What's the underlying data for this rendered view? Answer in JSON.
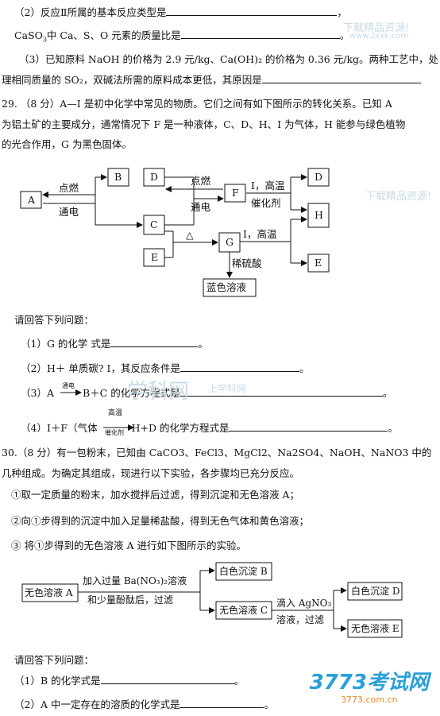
{
  "q28": {
    "l1_pre": "（2）反应Ⅱ所属的基本反应类型是",
    "l1_post": "，",
    "l2_pre": "CaSO",
    "l2_sub": "3",
    "l2_mid": "中 Ca、S、O 元素的质量比是",
    "l2_post": "。",
    "l3": "（3）已知原料 NaOH 的价格为 2.9 元/kg、Ca(OH)₂ 的价格为 0.36 元/kg。两种工艺中，处",
    "l4": "理相同质量的 SO₂，双碱法所需的原料成本更低，其原因是"
  },
  "q29": {
    "l1": "29. （8 分）A—I 是初中化学中常见的物质。它们之间有如下图所示的转化关系。已知 A",
    "l2": "为铝土矿的主要成分，通常情况下 F 是一种液体，C、D、H、I 为气体，H 能参与绿色植物",
    "l3": "的光合作用，G 为黑色固体。",
    "diagram": {
      "A": "A",
      "B": "B",
      "C": "C",
      "D1": "D",
      "E1": "E",
      "F": "F",
      "G": "G",
      "D2": "D",
      "H": "H",
      "E2": "E",
      "blue": "蓝色溶液",
      "ignite": "点燃",
      "electrolysis": "通电",
      "ignite2": "点燃",
      "electrolysis2": "通电",
      "i_hightemp": "I，高温",
      "catalyst": "催化剂",
      "delta": "△",
      "i_hightemp2": "I，高温",
      "dilute_acid": "稀硫酸"
    },
    "prompt": "请回答下列问题：",
    "a1_pre": "（1）G 的化学 式是",
    "a1_post": "。",
    "a2_pre": "（2）H＋ 单质碳? I，其反应条件是",
    "a2_post": "。",
    "a3_pre": "（3）A",
    "a3_arrow": "通电",
    "a3_mid": "B＋C 的化学方程式是",
    "a3_post": "。",
    "a4_pre": "（4）I＋F（气体",
    "a4_top": "高温",
    "a4_bot": "催化剂",
    "a4_mid": "H+D 的化学方程式是",
    "a4_post": "。"
  },
  "q30": {
    "l1": "30.（8 分）有一包粉末，已知由 CaCO3、FeCl3、MgCl2、Na2SO4、NaOH、NaNO3 中的",
    "l2": "几种组成。为确定其组成，现进行以下实验，各步骤均已充分反应。",
    "s1": "①取一定质量的粉末，加水搅拌后过滤，得到沉淀和无色溶液 A；",
    "s2": "②向①步得到的沉淀中加入足量稀盐酸，得到无色气体和黄色溶液；",
    "s3": "③ 将①步得到的无色溶液 A 进行如下图所示的实验。",
    "flow": {
      "start": "无色溶液 A",
      "reagent1": "加入过量 Ba(NO₃)₂溶液",
      "reagent1b": "和少量酚酞后，过滤",
      "b": "白色沉淀 B",
      "c": "无色溶液 C",
      "reagent2": "滴入 AgNO₃",
      "reagent2b": "溶液，过滤",
      "d": "白色沉淀 D",
      "e": "无色溶液 E"
    },
    "prompt": "请回答下列问题：",
    "a1_pre": "（1）B 的化学式是",
    "a1_post": "。",
    "a2_pre": "（2）A 中一定存在的溶质的化学式是",
    "a2_post": "。"
  },
  "watermarks": {
    "w1": "www.zxxk.com",
    "w2": "下载精品资源!",
    "w3": "学科网",
    "w4": "上学科网",
    "logo_big": "3773考试网",
    "logo_small": "3773.com.cn"
  }
}
